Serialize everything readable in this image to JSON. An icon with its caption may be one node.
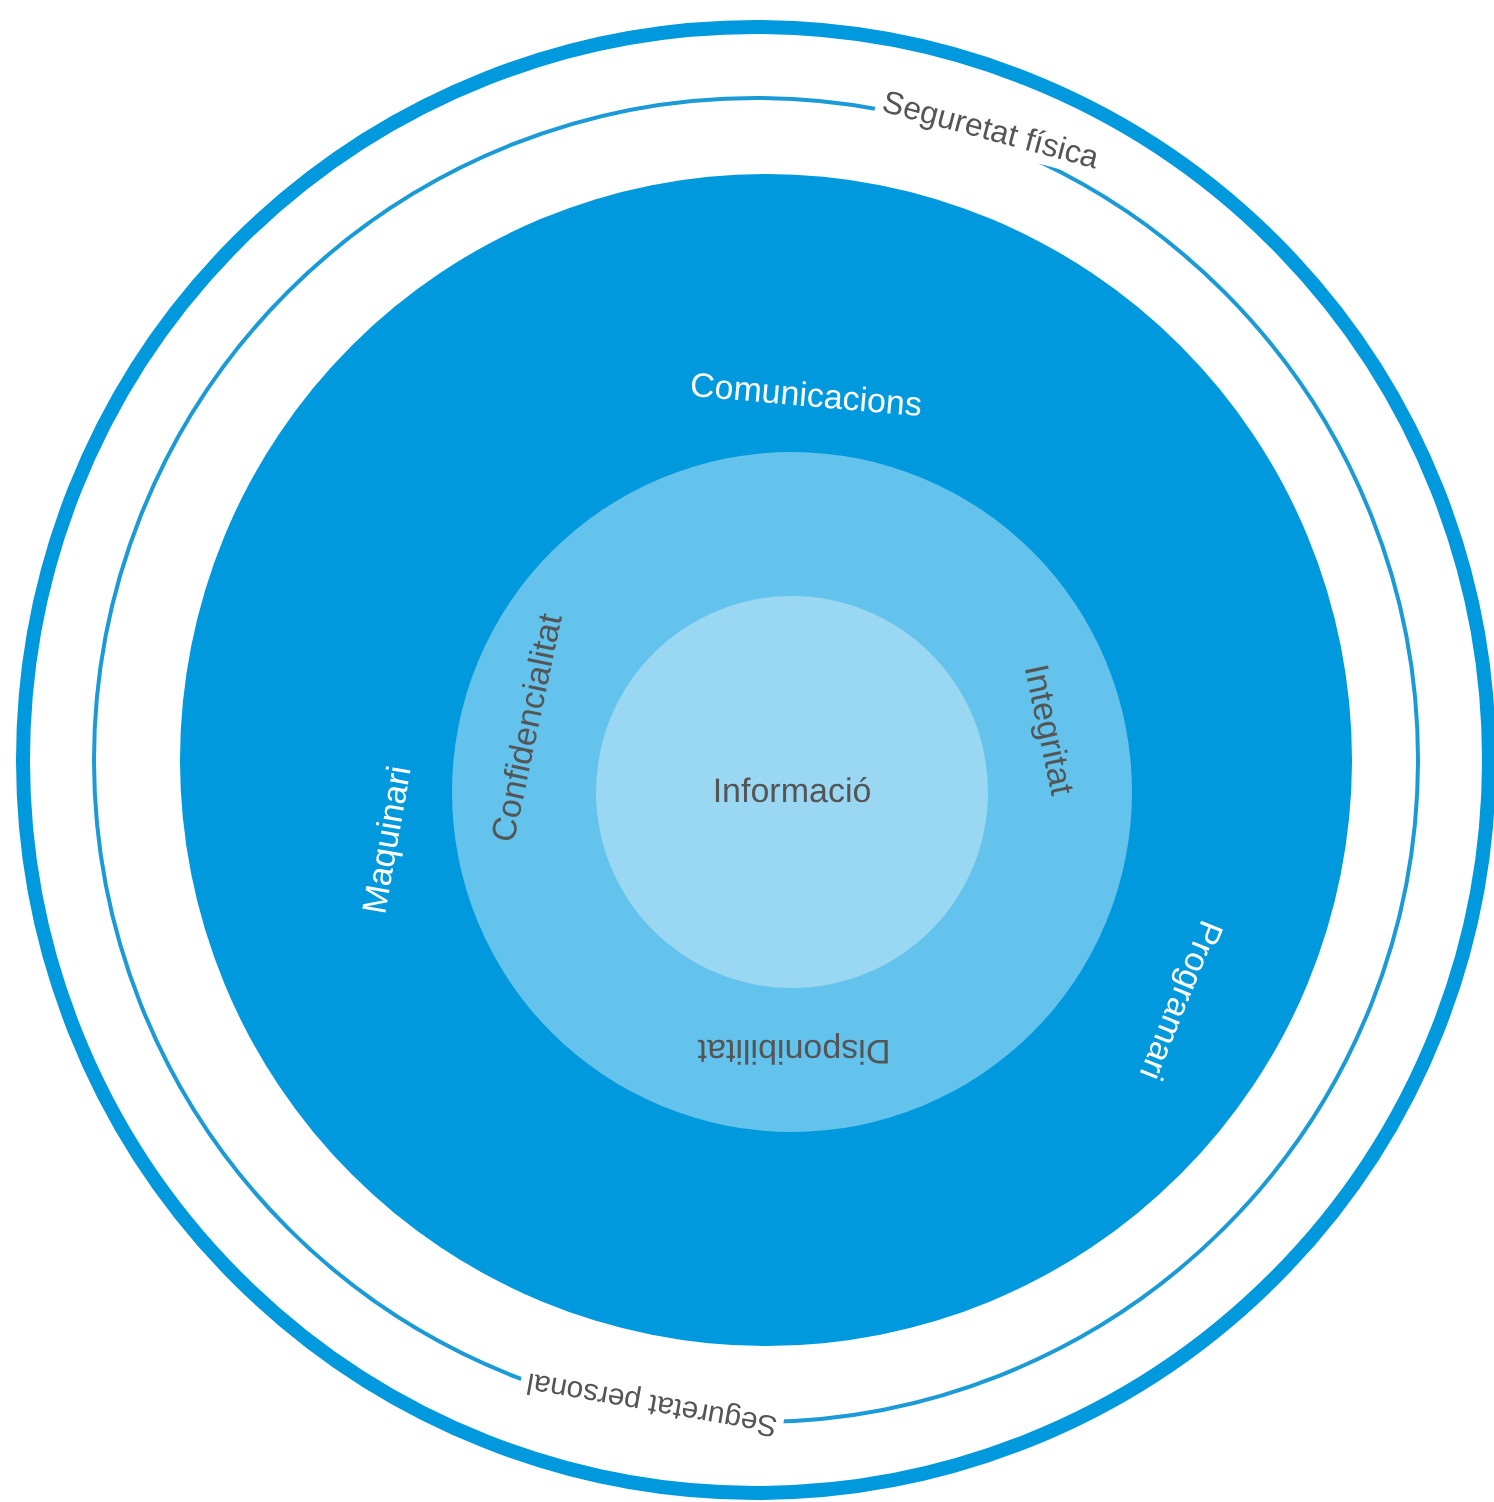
{
  "diagram": {
    "nodes": [
      {
        "text": [
          "Seguretat física",
          "Seguretat personal"
        ]
      },
      {
        "text": [
          "Comunicacions",
          "Maquinari",
          "Programari"
        ],
        "in": 0
      },
      {
        "text": [
          "Confidencialitat",
          "Integritat",
          "Disponibilitat"
        ],
        "in": 1
      },
      {
        "text": [
          "Informació"
        ],
        "in": 2
      }
    ]
  }
}
